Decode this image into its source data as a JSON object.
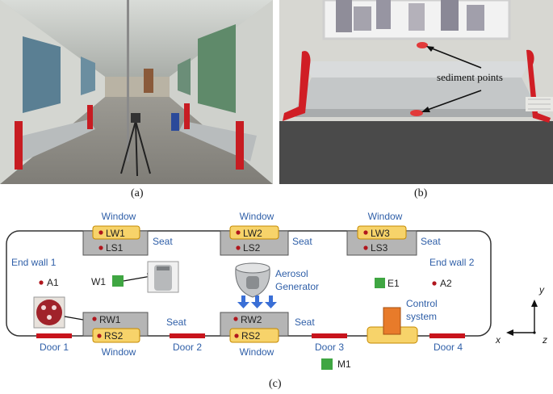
{
  "captions": {
    "a": "(a)",
    "b": "(b)",
    "c": "(c)"
  },
  "photo_b": {
    "label": "sediment points"
  },
  "diagram": {
    "windows_top": [
      "Window",
      "Window",
      "Window"
    ],
    "windows_bottom": [
      "Window",
      "Window"
    ],
    "seat_labels_top": [
      "Seat",
      "Seat",
      "Seat"
    ],
    "seat_labels_bottom": [
      "Seat",
      "Seat"
    ],
    "top_sensors": [
      "LW1",
      "LW2",
      "LW3"
    ],
    "top_seat_points": [
      "LS1",
      "LS2",
      "LS3"
    ],
    "bottom_sensors": [
      "RW1",
      "RW2"
    ],
    "bottom_seat_points": [
      "RS2",
      "RS2"
    ],
    "end_wall_1": "End wall 1",
    "end_wall_2": "End wall 2",
    "points": {
      "a1": "A1",
      "a2": "A2",
      "w1": "W1",
      "e1": "E1",
      "m1": "M1"
    },
    "aerosol": {
      "line1": "Aerosol",
      "line2": "Generator"
    },
    "control": {
      "line1": "Control",
      "line2": "system"
    },
    "doors": [
      "Door 1",
      "Door 2",
      "Door 3",
      "Door 4"
    ],
    "axes": {
      "x": "x",
      "y": "y",
      "z": "z"
    },
    "colors": {
      "label_blue": "#2f5fa8",
      "door_red": "#c8141c",
      "sensor_yellow": "#f7d36a",
      "seat_gray": "#b5b5b5",
      "marker_green": "#3fa642",
      "control_orange": "#e87b2a"
    }
  }
}
